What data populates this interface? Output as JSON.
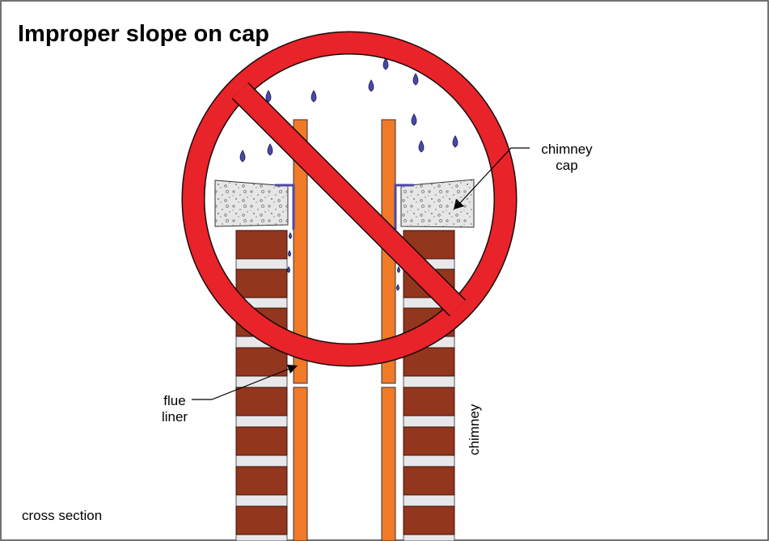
{
  "title": "Improper slope on cap",
  "labels": {
    "chimney_cap": [
      "chimney",
      "cap"
    ],
    "flue_liner": [
      "flue",
      "liner"
    ],
    "chimney": "chimney",
    "cross_section": "cross section"
  },
  "colors": {
    "brick": "#93361e",
    "mortar": "#e8e8ea",
    "flue_liner": "#f07a28",
    "cap": "#e4e4e4",
    "flashing": "#4a4aa6",
    "water_drop": "#4a4aa6",
    "prohibition_sign": "#e8232a"
  },
  "icons": {
    "sign": "prohibition-sign-icon",
    "drop": "water-drop-icon"
  }
}
